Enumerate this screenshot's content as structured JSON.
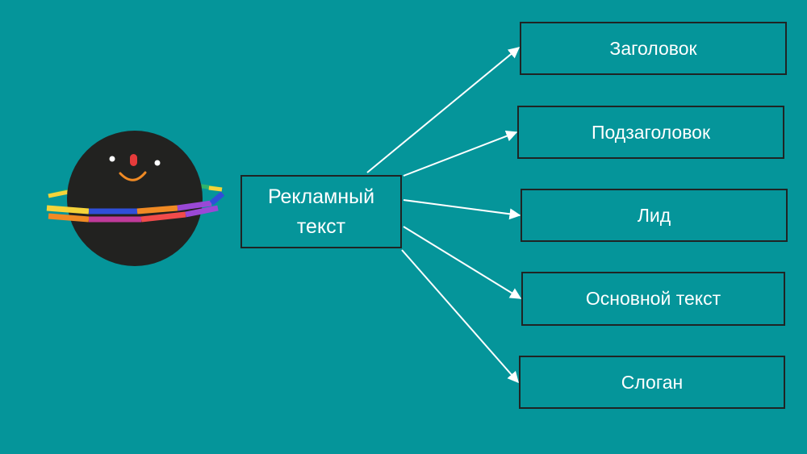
{
  "center": {
    "line1": "Рекламный",
    "line2": "текст"
  },
  "targets": [
    {
      "label": "Заголовок"
    },
    {
      "label": "Подзаголовок"
    },
    {
      "label": "Лид"
    },
    {
      "label": "Основной текст"
    },
    {
      "label": "Слоган"
    }
  ],
  "colors": {
    "background": "#05959a",
    "box_border": "#1f2424",
    "text": "#ffffff",
    "arrow": "#ffffff",
    "planet": "#222220"
  },
  "illustration": {
    "name": "smiling-planet-with-rainbow-ring-icon"
  }
}
